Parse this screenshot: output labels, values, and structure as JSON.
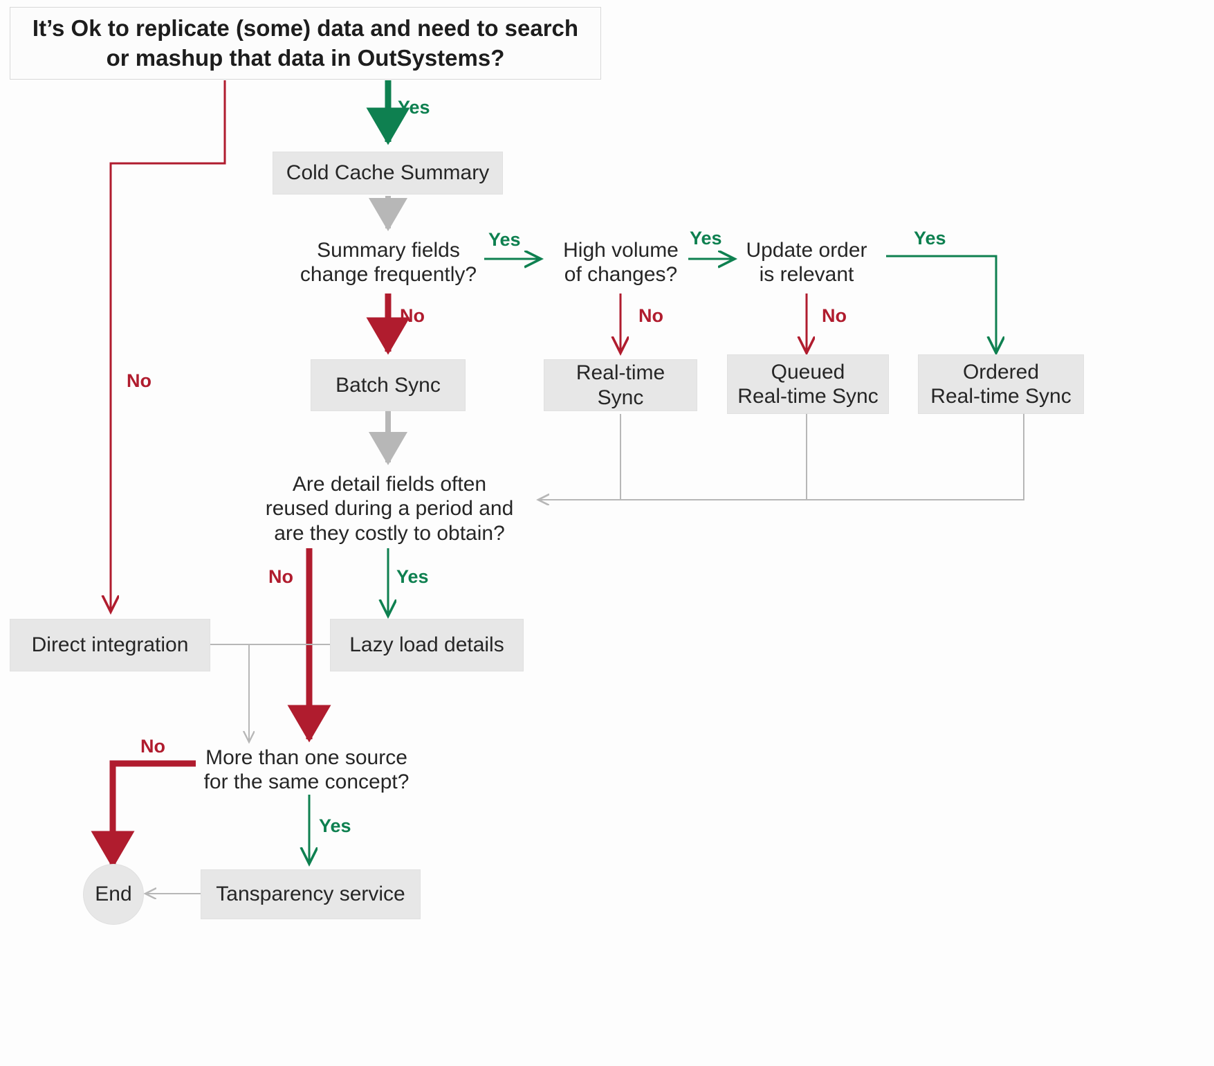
{
  "diagram": {
    "title": "Data replication / integration decision flowchart",
    "colors": {
      "yes": "#0e8050",
      "no": "#b01c2e",
      "neutral": "#b7b7b7",
      "box_fill": "#e7e7e7",
      "text": "#262626",
      "background": "#fdfdfd"
    },
    "nodes": {
      "start": {
        "label": "It’s Ok to replicate (some) data and need to search or mashup that data in OutSystems?",
        "line1": "It’s Ok to replicate (some) data and need to search",
        "line2": "or mashup that data in OutSystems?",
        "type": "start"
      },
      "cold_cache_summary": {
        "label": "Cold Cache Summary",
        "type": "process"
      },
      "summary_fields": {
        "line1": "Summary fields",
        "line2": "change frequently?",
        "type": "decision"
      },
      "high_volume": {
        "line1": "High volume",
        "line2": "of changes?",
        "type": "decision"
      },
      "update_order": {
        "line1": "Update order",
        "line2": "is relevant",
        "type": "decision"
      },
      "batch_sync": {
        "label": "Batch Sync",
        "type": "process"
      },
      "realtime_sync": {
        "label": "Real-time Sync",
        "type": "process"
      },
      "queued_realtime_sync": {
        "line1": "Queued",
        "line2": "Real-time Sync",
        "type": "process"
      },
      "ordered_realtime_sync": {
        "line1": "Ordered",
        "line2": "Real-time Sync",
        "type": "process"
      },
      "detail_fields": {
        "line1": "Are detail fields often",
        "line2": "reused during a period and",
        "line3": "are they costly to obtain?",
        "type": "decision"
      },
      "direct_integration": {
        "label": "Direct integration",
        "type": "process"
      },
      "lazy_load_details": {
        "label": "Lazy load details",
        "type": "process"
      },
      "more_than_one_source": {
        "line1": "More than one source",
        "line2": "for the same concept?",
        "type": "decision"
      },
      "transparency_service": {
        "label": "Tansparency service",
        "type": "process"
      },
      "end": {
        "label": "End",
        "type": "terminator"
      }
    },
    "edge_labels": {
      "start_yes": "Yes",
      "start_no": "No",
      "summary_yes": "Yes",
      "summary_no": "No",
      "high_volume_yes": "Yes",
      "high_volume_no": "No",
      "update_order_yes": "Yes",
      "update_order_no": "No",
      "detail_no": "No",
      "detail_yes": "Yes",
      "source_yes": "Yes",
      "source_no": "No"
    }
  },
  "chart_data": {
    "type": "flowchart",
    "title": "It’s Ok to replicate (some) data and need to search or mashup that data in OutSystems?",
    "nodes": [
      {
        "id": "start",
        "label": "It’s Ok to replicate (some) data and need to search or mashup that data in OutSystems?",
        "kind": "start"
      },
      {
        "id": "cold_cache_summary",
        "label": "Cold Cache Summary",
        "kind": "process"
      },
      {
        "id": "summary_fields",
        "label": "Summary fields change frequently?",
        "kind": "decision"
      },
      {
        "id": "high_volume",
        "label": "High volume of changes?",
        "kind": "decision"
      },
      {
        "id": "update_order",
        "label": "Update order is relevant",
        "kind": "decision"
      },
      {
        "id": "batch_sync",
        "label": "Batch Sync",
        "kind": "process"
      },
      {
        "id": "realtime_sync",
        "label": "Real-time Sync",
        "kind": "process"
      },
      {
        "id": "queued_realtime_sync",
        "label": "Queued Real-time Sync",
        "kind": "process"
      },
      {
        "id": "ordered_realtime_sync",
        "label": "Ordered Real-time Sync",
        "kind": "process"
      },
      {
        "id": "detail_fields",
        "label": "Are detail fields often reused during a period and are they costly to obtain?",
        "kind": "decision"
      },
      {
        "id": "direct_integration",
        "label": "Direct integration",
        "kind": "process"
      },
      {
        "id": "lazy_load_details",
        "label": "Lazy load details",
        "kind": "process"
      },
      {
        "id": "more_than_one_source",
        "label": "More than one source for the same concept?",
        "kind": "decision"
      },
      {
        "id": "transparency_service",
        "label": "Tansparency service",
        "kind": "process"
      },
      {
        "id": "end",
        "label": "End",
        "kind": "terminator"
      }
    ],
    "edges": [
      {
        "from": "start",
        "to": "cold_cache_summary",
        "label": "Yes",
        "color": "#0e8050"
      },
      {
        "from": "start",
        "to": "direct_integration",
        "label": "No",
        "color": "#b01c2e"
      },
      {
        "from": "cold_cache_summary",
        "to": "summary_fields",
        "label": "",
        "color": "#b7b7b7"
      },
      {
        "from": "summary_fields",
        "to": "high_volume",
        "label": "Yes",
        "color": "#0e8050"
      },
      {
        "from": "summary_fields",
        "to": "batch_sync",
        "label": "No",
        "color": "#b01c2e"
      },
      {
        "from": "high_volume",
        "to": "update_order",
        "label": "Yes",
        "color": "#0e8050"
      },
      {
        "from": "high_volume",
        "to": "realtime_sync",
        "label": "No",
        "color": "#b01c2e"
      },
      {
        "from": "update_order",
        "to": "ordered_realtime_sync",
        "label": "Yes",
        "color": "#0e8050"
      },
      {
        "from": "update_order",
        "to": "queued_realtime_sync",
        "label": "No",
        "color": "#b01c2e"
      },
      {
        "from": "batch_sync",
        "to": "detail_fields",
        "label": "",
        "color": "#b7b7b7"
      },
      {
        "from": "realtime_sync",
        "to": "detail_fields",
        "label": "",
        "color": "#b7b7b7"
      },
      {
        "from": "queued_realtime_sync",
        "to": "detail_fields",
        "label": "",
        "color": "#b7b7b7"
      },
      {
        "from": "ordered_realtime_sync",
        "to": "detail_fields",
        "label": "",
        "color": "#b7b7b7"
      },
      {
        "from": "detail_fields",
        "to": "more_than_one_source",
        "label": "No",
        "color": "#b01c2e"
      },
      {
        "from": "detail_fields",
        "to": "lazy_load_details",
        "label": "Yes",
        "color": "#0e8050"
      },
      {
        "from": "direct_integration",
        "to": "more_than_one_source",
        "label": "",
        "color": "#b7b7b7"
      },
      {
        "from": "lazy_load_details",
        "to": "more_than_one_source",
        "label": "",
        "color": "#b7b7b7"
      },
      {
        "from": "more_than_one_source",
        "to": "end",
        "label": "No",
        "color": "#b01c2e"
      },
      {
        "from": "more_than_one_source",
        "to": "transparency_service",
        "label": "Yes",
        "color": "#0e8050"
      },
      {
        "from": "transparency_service",
        "to": "end",
        "label": "",
        "color": "#b7b7b7"
      }
    ]
  }
}
